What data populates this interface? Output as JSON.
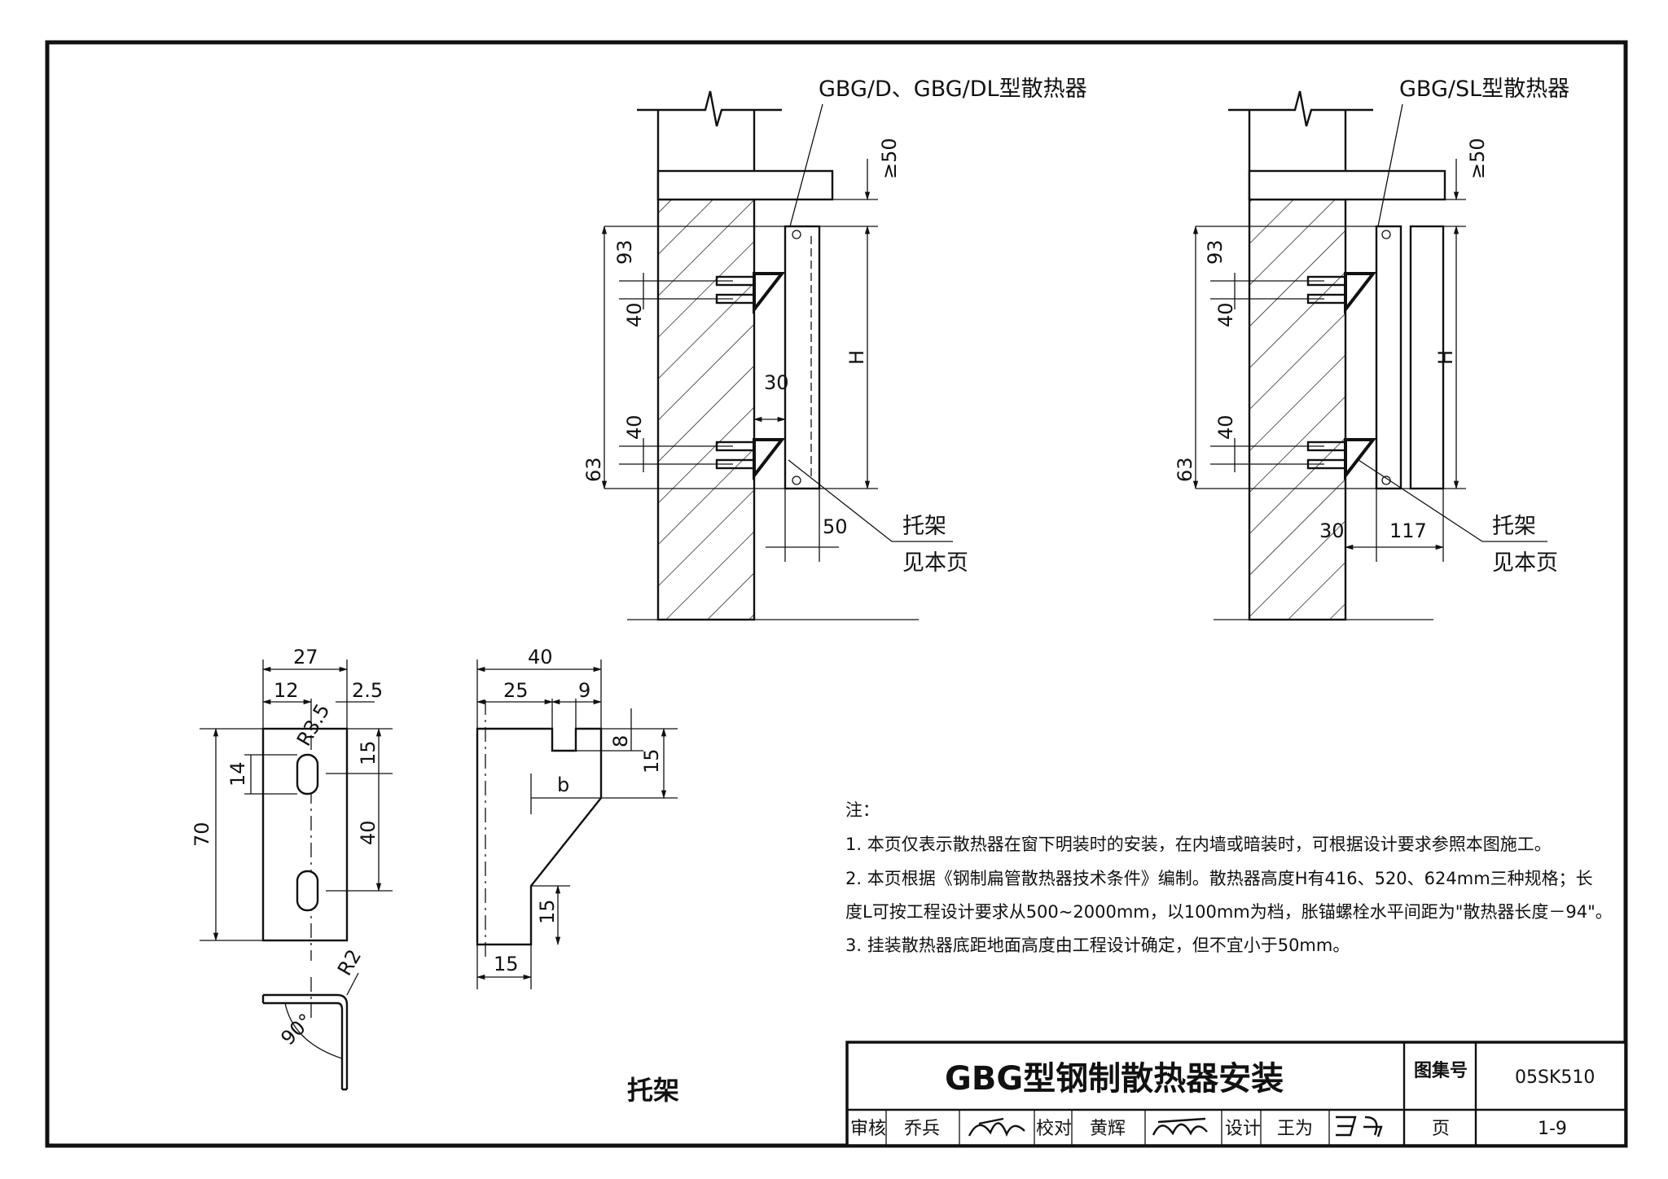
{
  "left_view": {
    "label": "GBG/D、GBG/DL型散热器",
    "dims": {
      "gap": "≥50",
      "top": "93",
      "bolt1": "40",
      "bolt2": "40",
      "bottom": "63",
      "offset": "30",
      "depth": "50",
      "height": "H"
    },
    "bracket_label": "托架",
    "bracket_ref": "见本页"
  },
  "right_view": {
    "label": "GBG/SL型散热器",
    "dims": {
      "gap": "≥50",
      "top": "93",
      "bolt1": "40",
      "bolt2": "40",
      "bottom": "63",
      "offset": "30",
      "depth": "117",
      "height": "H"
    },
    "bracket_label": "托架",
    "bracket_ref": "见本页"
  },
  "bracket_front": {
    "w_total": "27",
    "w_left": "12",
    "w_right": "2.5",
    "radius": "R3.5",
    "slot": "14",
    "h_top": "15",
    "h_mid": "40",
    "h_total": "70",
    "bend_radius": "R2",
    "angle": "90°"
  },
  "bracket_side": {
    "w_total": "40",
    "w_a": "25",
    "w_b": "9",
    "notch": "8",
    "top": "15",
    "b": "b",
    "low": "15",
    "foot": "15"
  },
  "bracket_caption": "托架",
  "notes": {
    "heading": "注：",
    "n1": "1. 本页仅表示散热器在窗下明装时的安装，在内墙或暗装时，可根据设计要求参照本图施工。",
    "n2a": "2. 本页根据《钢制扁管散热器技术条件》编制。散热器高度H有416、520、624mm三种规格；长",
    "n2b": "度L可按工程设计要求从500~2000mm，以100mm为档，胀锚螺栓水平间距为\"散热器长度－94\"。",
    "n3": "3. 挂装散热器底距地面高度由工程设计确定，但不宜小于50mm。"
  },
  "title_block": {
    "title": "GBG型钢制散热器安装",
    "atlas_label": "图集号",
    "atlas_no": "05SK510",
    "review_label": "审核",
    "reviewer": "乔兵",
    "check_label": "校对",
    "checker": "黄辉",
    "design_label": "设计",
    "designer": "王为",
    "page_label": "页",
    "page_no": "1-9"
  }
}
